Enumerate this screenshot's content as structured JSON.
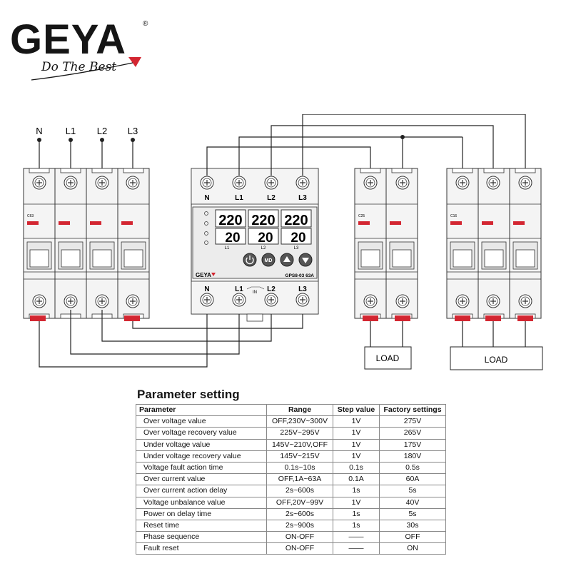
{
  "brand": {
    "name": "GEYA",
    "registered_mark": "®",
    "slogan": "Do The Best"
  },
  "colors": {
    "accent_red": "#d32631",
    "line": "#222222",
    "device_body": "#f4f4f4"
  },
  "diagram": {
    "supply_labels": [
      "N",
      "L1",
      "L2",
      "L3"
    ],
    "left_breaker": {
      "label": "C63"
    },
    "protector": {
      "model": "GPS8-03 63A",
      "logo": "GEYA",
      "top_terminals": [
        "N",
        "L1",
        "L2",
        "L3"
      ],
      "bottom_terminals": [
        "N",
        "L1",
        "L2",
        "L3"
      ],
      "in_mark": "IN",
      "voltage_readings": [
        "220",
        "220",
        "220"
      ],
      "current_readings": [
        "20",
        "20",
        "20"
      ],
      "phase_labels": [
        "L1",
        "L2",
        "L3"
      ],
      "buttons": [
        "power-button",
        "MD",
        "up-button",
        "down-button"
      ]
    },
    "breaker_2p": {
      "label": "C25"
    },
    "breaker_3p": {
      "label": "C16"
    },
    "load_labels": [
      "LOAD",
      "LOAD"
    ]
  },
  "parameter_setting": {
    "title": "Parameter setting",
    "columns": [
      "Parameter",
      "Range",
      "Step value",
      "Factory settings"
    ],
    "rows": [
      [
        "Over voltage  value",
        "OFF,230V~300V",
        "1V",
        "275V"
      ],
      [
        "Over voltage recovery  value",
        "225V~295V",
        "1V",
        "265V"
      ],
      [
        "Under voltage  value",
        "145V~210V,OFF",
        "1V",
        "175V"
      ],
      [
        "Under voltage recovery value",
        "145V~215V",
        "1V",
        "180V"
      ],
      [
        "Voltage fault action time",
        "0.1s~10s",
        "0.1s",
        "0.5s"
      ],
      [
        "Over current  value",
        "OFF,1A~63A",
        "0.1A",
        "60A"
      ],
      [
        "Over current action delay",
        "2s~600s",
        "1s",
        "5s"
      ],
      [
        "Voltage unbalance value",
        "OFF,20V~99V",
        "1V",
        "40V"
      ],
      [
        "Power on delay time",
        "2s~600s",
        "1s",
        "5s"
      ],
      [
        "Reset time",
        "2s~900s",
        "1s",
        "30s"
      ],
      [
        "Phase sequence",
        "ON-OFF",
        "——",
        "OFF"
      ],
      [
        "Fault reset",
        "ON-OFF",
        "——",
        "ON"
      ]
    ]
  }
}
